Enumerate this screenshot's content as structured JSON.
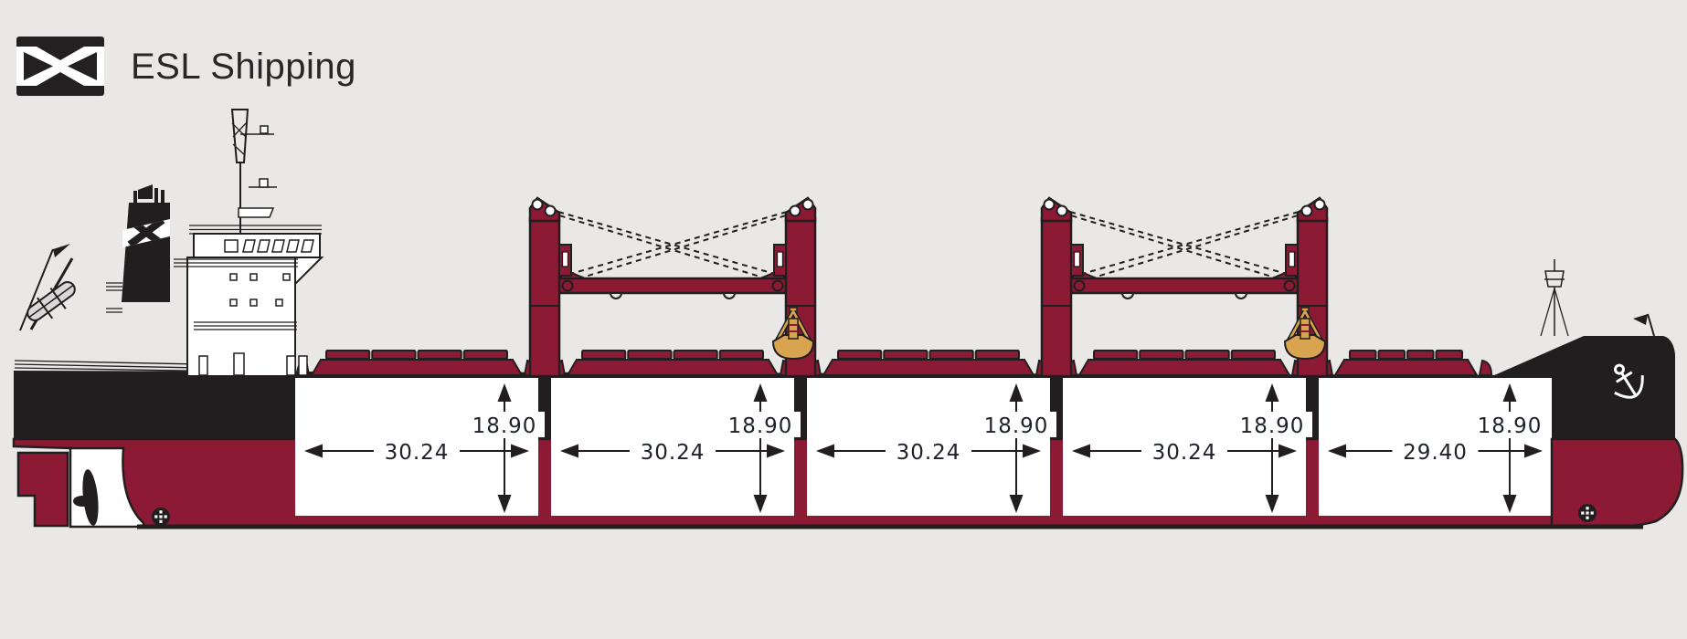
{
  "brand": {
    "name": "ESL Shipping",
    "logo_icon": "esl-x-logo"
  },
  "diagram": {
    "holds": [
      {
        "id": "hold-1",
        "length": "30.24",
        "depth": "18.90"
      },
      {
        "id": "hold-2",
        "length": "30.24",
        "depth": "18.90"
      },
      {
        "id": "hold-3",
        "length": "30.24",
        "depth": "18.90"
      },
      {
        "id": "hold-4",
        "length": "30.24",
        "depth": "18.90"
      },
      {
        "id": "hold-5",
        "length": "29.40",
        "depth": "18.90"
      }
    ]
  },
  "colors": {
    "background": "#E9E8E7",
    "hull_red": "#8C1A34",
    "hull_black": "#221E1F",
    "hold_white": "#FFFFFF",
    "grab_gold": "#D9A44F",
    "dimension_text": "#1E222B",
    "brand_text": "#2A2627",
    "logo_black": "#242021"
  }
}
